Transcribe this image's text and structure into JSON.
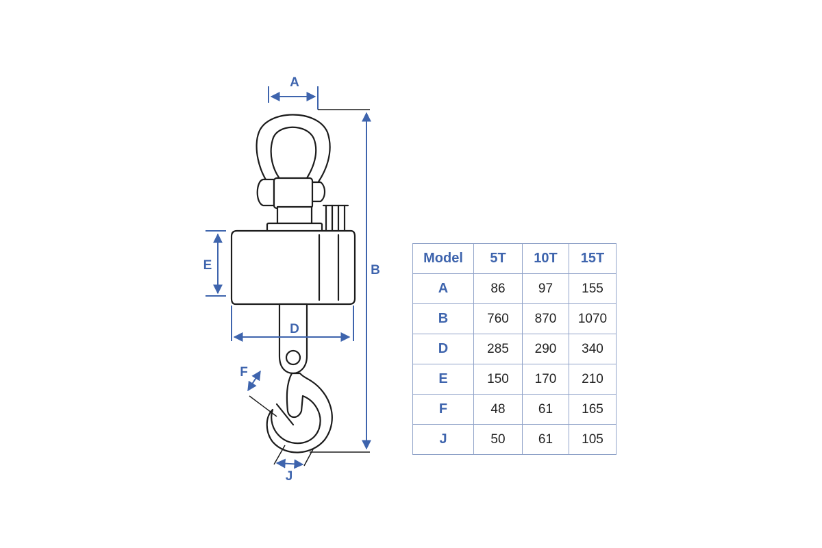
{
  "colors": {
    "line": "#1c1c1c",
    "dimension": "#3e64ad",
    "header_text": "#3e64ad",
    "table_border": "#8fa2c8",
    "cell_text": "#222222"
  },
  "dimension_labels": {
    "A": "A",
    "B": "B",
    "D": "D",
    "E": "E",
    "F": "F",
    "J": "J"
  },
  "table": {
    "headers": [
      "Model",
      "5T",
      "10T",
      "15T"
    ],
    "rows": [
      {
        "label": "A",
        "values": [
          "86",
          "97",
          "155"
        ]
      },
      {
        "label": "B",
        "values": [
          "760",
          "870",
          "1070"
        ]
      },
      {
        "label": "D",
        "values": [
          "285",
          "290",
          "340"
        ]
      },
      {
        "label": "E",
        "values": [
          "150",
          "170",
          "210"
        ]
      },
      {
        "label": "F",
        "values": [
          "48",
          "61",
          "165"
        ]
      },
      {
        "label": "J",
        "values": [
          "50",
          "61",
          "105"
        ]
      }
    ]
  }
}
